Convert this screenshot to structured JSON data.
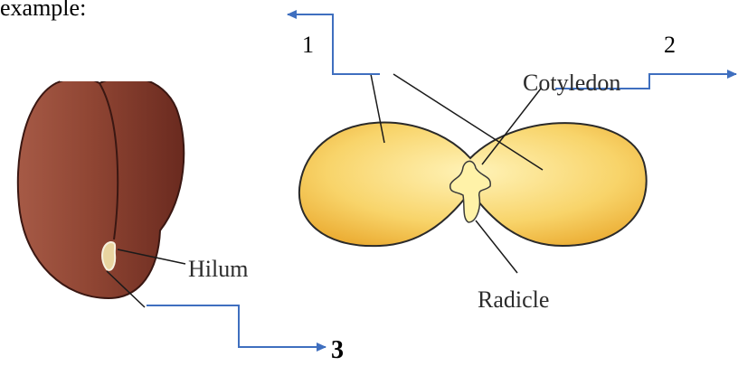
{
  "top_text": "example:",
  "labels": {
    "hilum": "Hilum",
    "radicle": "Radicle",
    "cotyledon_partial": "Cotyledon"
  },
  "markers": {
    "one": "1",
    "two": "2",
    "three": "3"
  },
  "colors": {
    "seed_coat": "#8c3f30",
    "cotyledon_fill": "#f6c653",
    "arrow": "#3f6fbf",
    "ink": "#1a1a1a"
  }
}
